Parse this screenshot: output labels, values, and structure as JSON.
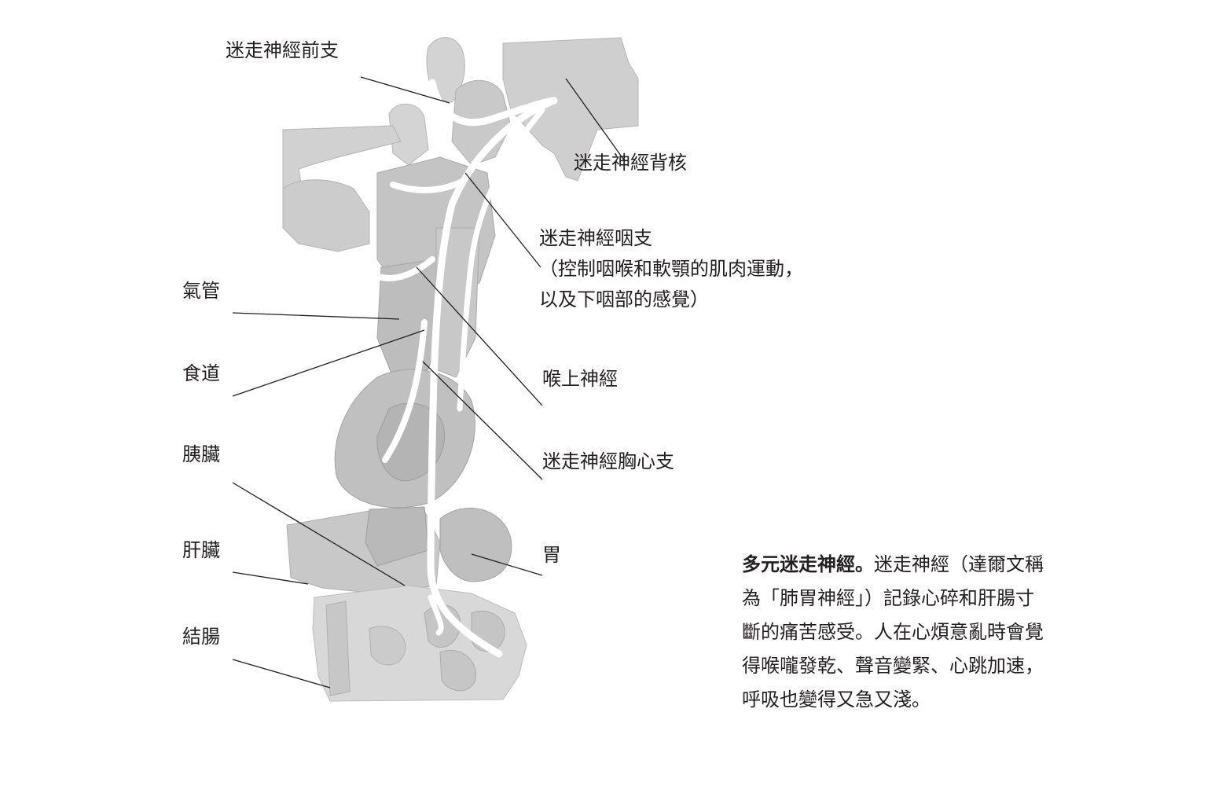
{
  "diagram": {
    "labels": {
      "vagus_anterior_branch": "迷走神經前支",
      "vagus_dorsal_nucleus": "迷走神經背核",
      "vagus_pharyngeal_branch": [
        "迷走神經咽支",
        "（控制咽喉和軟顎的肌肉運動，",
        "以及下咽部的感覺）"
      ],
      "trachea": "氣管",
      "esophagus": "食道",
      "superior_laryngeal_nerve": "喉上神經",
      "pancreas": "胰臟",
      "thoracic_cardiac_branch": "迷走神經胸心支",
      "liver": "肝臟",
      "stomach": "胃",
      "colon": "結腸"
    }
  },
  "caption": {
    "title": "多元迷走神經。",
    "lines": [
      "迷走神經（達爾文稱",
      "為「肺胃神經」）記錄心碎和肝腸寸",
      "斷的痛苦感受。人在心煩意亂時會覺",
      "得喉嚨發乾、聲音變緊、心跳加速，",
      "呼吸也變得又急又淺。"
    ]
  }
}
